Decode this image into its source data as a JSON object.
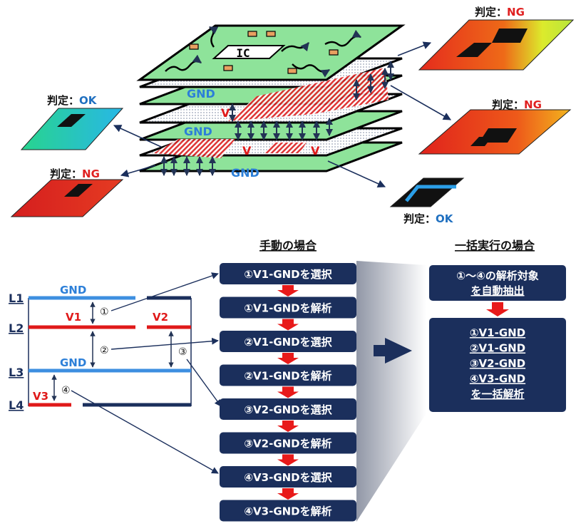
{
  "judgements": {
    "prefix": "判定：",
    "top_right": "NG",
    "mid_right": "NG",
    "bottom_right": "OK",
    "left_upper": "OK",
    "left_lower": "NG"
  },
  "stack": {
    "ic": "IC",
    "gnd_upper": "GND",
    "gnd_middle": "GND",
    "gnd_lower": "GND",
    "v_left": "V",
    "v_center": "V",
    "v_right": "V"
  },
  "manual": {
    "heading": "手動の場合",
    "steps": [
      "①V1-GNDを選択",
      "①V1-GNDを解析",
      "②V1-GNDを選択",
      "②V1-GNDを解析",
      "③V2-GNDを選択",
      "③V2-GNDを解析",
      "④V3-GNDを選択",
      "④V3-GNDを解析"
    ]
  },
  "batch": {
    "heading": "一括実行の場合",
    "extract_line1": "①～④の解析対象",
    "extract_line2": "を自動抽出",
    "lines": [
      "①V1-GND",
      "②V1-GND",
      "③V2-GND",
      "④V3-GND",
      "を一括解析"
    ]
  },
  "layers": {
    "labels": [
      "L1",
      "L2",
      "L3",
      "L4"
    ],
    "gnd_top": "GND",
    "gnd_mid": "GND",
    "v1": "V1",
    "v2": "V2",
    "v3": "V3",
    "markers": [
      "①",
      "②",
      "③",
      "④"
    ]
  },
  "colors": {
    "navy": "#1b2f5c",
    "gnd_blue": "#3d8fe0",
    "power_red": "#e01a1a",
    "board_green": "#8ee39a",
    "ng_red": "#e02020",
    "ok_blue": "#2070c0"
  }
}
